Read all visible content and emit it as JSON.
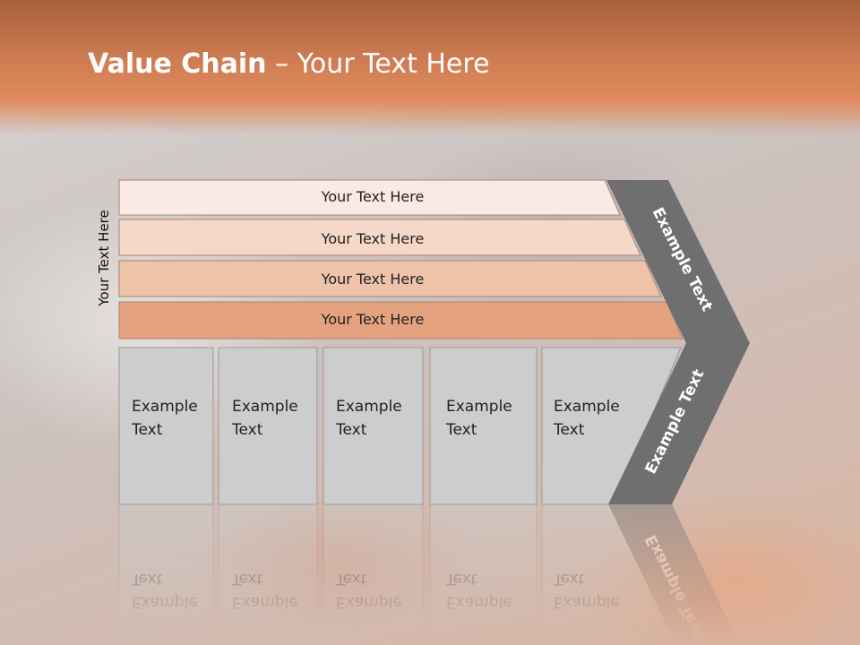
{
  "slide": {
    "title_bold": "Value Chain",
    "title_rest": " – Your Text Here",
    "side_label": "Your Text Here"
  },
  "support_activities": [
    {
      "label": "Your Text Here",
      "color": "#faeae3"
    },
    {
      "label": "Your Text Here",
      "color": "#f5d8c8"
    },
    {
      "label": "Your Text Here",
      "color": "#efc3aa"
    },
    {
      "label": "Your Text Here",
      "color": "#e5a27e"
    }
  ],
  "primary_activities": [
    {
      "line1": "Example",
      "line2": "Text"
    },
    {
      "line1": "Example",
      "line2": "Text"
    },
    {
      "line1": "Example",
      "line2": "Text"
    },
    {
      "line1": "Example",
      "line2": "Text"
    },
    {
      "line1": "Example",
      "line2": "Text"
    }
  ],
  "margin_arrow": {
    "upper_label": "Example Text",
    "lower_label": "Example Text",
    "color": "#6f6f6f"
  },
  "colors": {
    "bar_stroke": "#a8846e",
    "box_fill": "#cdcdcd",
    "box_stroke": "#9a9a9a"
  }
}
